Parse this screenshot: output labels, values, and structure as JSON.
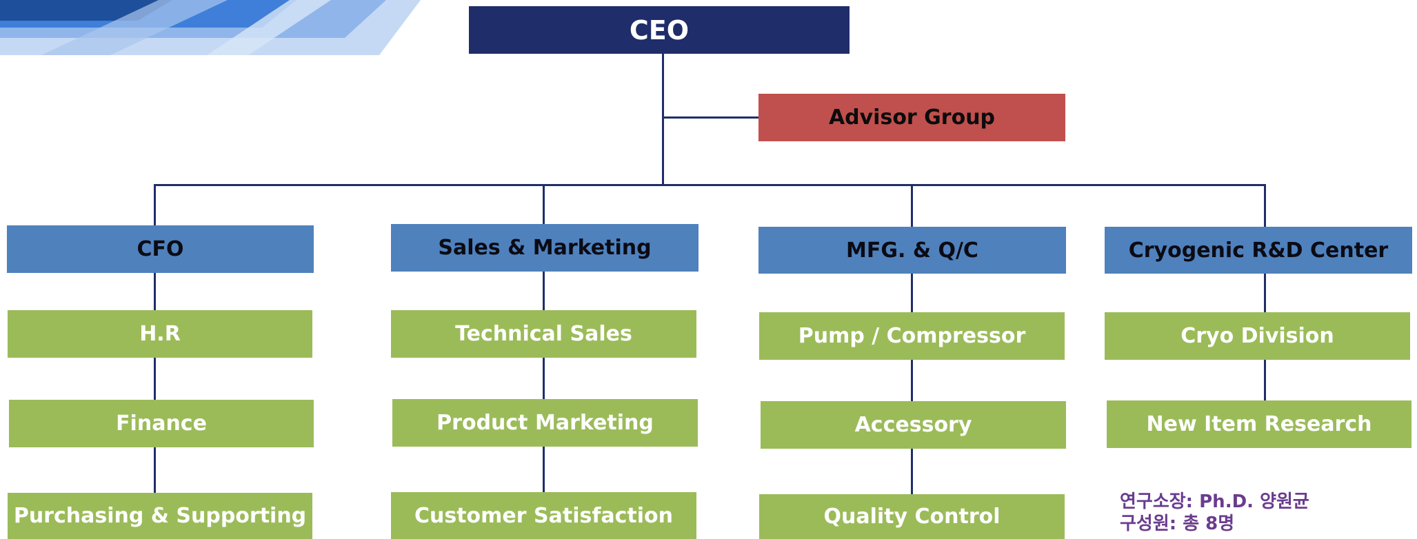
{
  "colors": {
    "ceo": "#1f2d6b",
    "advisor": "#c0504d",
    "department": "#4f81bd",
    "team": "#9bbb59",
    "connector": "#1f2d6b",
    "note_text": "#6a3c8f"
  },
  "ceo": {
    "label": "CEO"
  },
  "advisor": {
    "label": "Advisor Group"
  },
  "departments": [
    {
      "label": "CFO",
      "teams": [
        "H.R",
        "Finance",
        "Purchasing & Supporting"
      ]
    },
    {
      "label": "Sales & Marketing",
      "teams": [
        "Technical Sales",
        "Product Marketing",
        "Customer Satisfaction"
      ]
    },
    {
      "label": "MFG. & Q/C",
      "teams": [
        "Pump / Compressor",
        "Accessory",
        "Quality Control"
      ]
    },
    {
      "label": "Cryogenic R&D Center",
      "teams": [
        "Cryo Division",
        "New Item Research"
      ]
    }
  ],
  "rd_note": {
    "line1": "연구소장: Ph.D. 양원균",
    "line2": "구성원: 총 8명"
  }
}
